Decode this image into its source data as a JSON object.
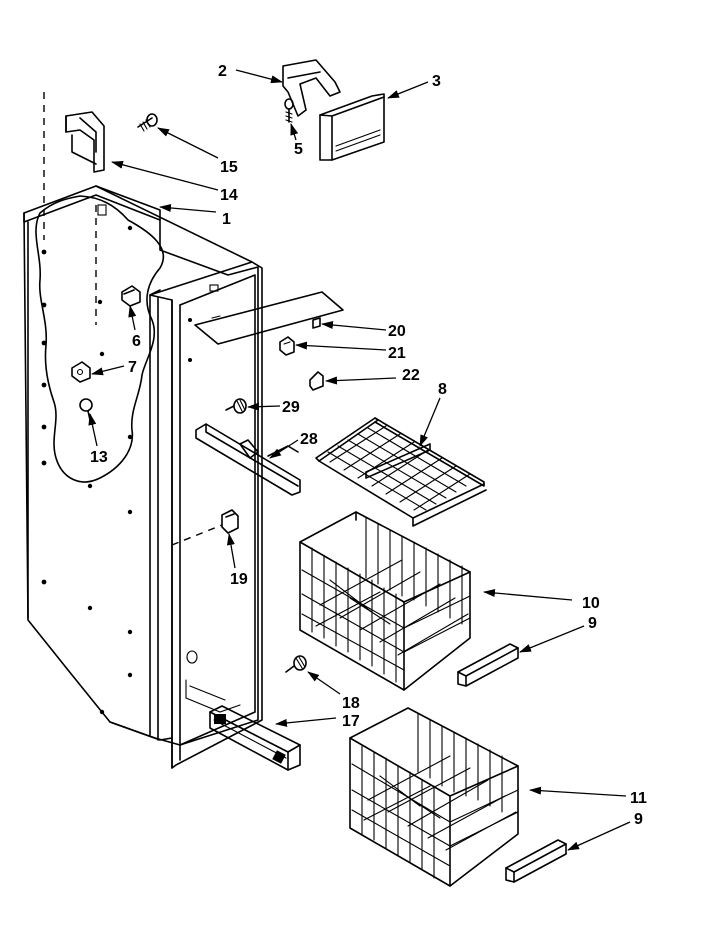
{
  "callouts": [
    {
      "id": "c1",
      "label": "1"
    },
    {
      "id": "c2",
      "label": "2"
    },
    {
      "id": "c3",
      "label": "3"
    },
    {
      "id": "c5",
      "label": "5"
    },
    {
      "id": "c6",
      "label": "6"
    },
    {
      "id": "c7",
      "label": "7"
    },
    {
      "id": "c8",
      "label": "8"
    },
    {
      "id": "c9a",
      "label": "9"
    },
    {
      "id": "c9b",
      "label": "9"
    },
    {
      "id": "c10",
      "label": "10"
    },
    {
      "id": "c11",
      "label": "11"
    },
    {
      "id": "c13",
      "label": "13"
    },
    {
      "id": "c14",
      "label": "14"
    },
    {
      "id": "c15",
      "label": "15"
    },
    {
      "id": "c17",
      "label": "17"
    },
    {
      "id": "c18",
      "label": "18"
    },
    {
      "id": "c19",
      "label": "19"
    },
    {
      "id": "c20",
      "label": "20"
    },
    {
      "id": "c21",
      "label": "21"
    },
    {
      "id": "c22",
      "label": "22"
    },
    {
      "id": "c28",
      "label": "28"
    },
    {
      "id": "c29",
      "label": "29"
    }
  ]
}
